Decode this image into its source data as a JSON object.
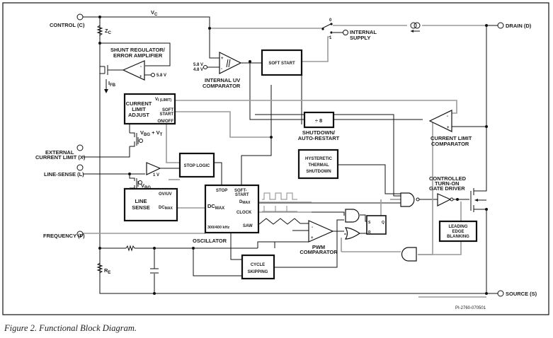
{
  "figure": {
    "caption": "Figure 2.  Functional Block Diagram.",
    "part_number": "PI-2760-070501"
  },
  "pins": {
    "control": "CONTROL (C)",
    "drain": "DRAIN (D)",
    "external_current_limit": [
      "EXTERNAL",
      "CURRENT LIMIT (X)"
    ],
    "line_sense": "LINE-SENSE (L)",
    "frequency": "FREQUENCY (F)",
    "source": "SOURCE (S)",
    "internal_supply": [
      "INTERNAL",
      "SUPPLY"
    ]
  },
  "nets": {
    "vc": "V",
    "vc_sub": "C",
    "zc": "Z",
    "zc_sub": "C",
    "ifb": "I",
    "ifb_sub": "FB",
    "re": "R",
    "re_sub": "E",
    "vbg_vt": "V",
    "vbg_vt_sub": "BG",
    "vbg_vt_rest": " + V",
    "vbg_vt_sub2": "T",
    "vbg": "V",
    "vbg_sub": "BG",
    "ref_58": "5.8 V",
    "uv_ref_hi": "5.8 V",
    "uv_ref_lo": "4.8 V",
    "ref_1v": "1 V",
    "switch_0": "0",
    "switch_1": "1"
  },
  "blocks": {
    "shunt_regulator": [
      "SHUNT REGULATOR/",
      "ERROR AMPLIFIER"
    ],
    "internal_uv": [
      "INTERNAL UV",
      "COMPARATOR"
    ],
    "soft_start": "SOFT START",
    "current_limit_adjust": {
      "title": [
        "CURRENT",
        "LIMIT",
        "ADJUST"
      ],
      "vi_limit": "V",
      "vi_limit_sub": "I (LIMIT)",
      "soft_start": [
        "SOFT",
        "START"
      ],
      "on_off": "ON/OFF"
    },
    "divide_by_8": "÷ 8",
    "shutdown": [
      "SHUTDOWN/",
      "AUTO-RESTART"
    ],
    "thermal": [
      "HYSTERETIC",
      "THERMAL",
      "SHUTDOWN"
    ],
    "current_limit_comparator": [
      "CURRENT LIMIT",
      "COMPARATOR"
    ],
    "stop_logic": "STOP LOGIC",
    "line_sense": {
      "title": [
        "LINE",
        "SENSE"
      ],
      "ov_uv": "OV/UV",
      "dc_max": "DC",
      "dc_max_sub": "MAX"
    },
    "oscillator": {
      "label": "OSCILLATOR",
      "stop": "STOP",
      "soft_start": [
        "SOFT-",
        "START"
      ],
      "dc_max": "DC",
      "dc_max_sub": "MAX",
      "d_max": "D",
      "d_max_sub": "MAX",
      "clock": "CLOCK",
      "saw": "SAW",
      "freq": "300/400 kHz"
    },
    "gate_driver": [
      "CONTROLLED",
      "TURN-ON",
      "GATE DRIVER"
    ],
    "pwm_comparator": [
      "PWM",
      "COMPARATOR"
    ],
    "leading_edge": [
      "LEADING",
      "EDGE",
      "BLANKING"
    ],
    "cycle_skipping": [
      "CYCLE",
      "SKIPPING"
    ],
    "flipflop": {
      "s": "S",
      "r": "R",
      "q": "Q"
    },
    "comp_minus": "-",
    "comp_plus": "+"
  }
}
